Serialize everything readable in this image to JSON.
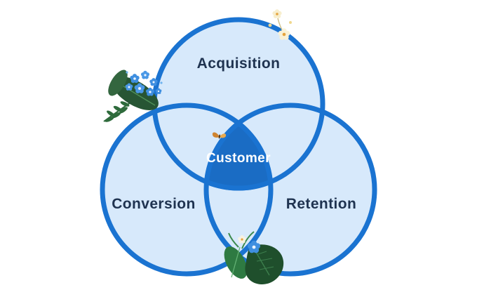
{
  "diagram": {
    "type": "venn-3-circle",
    "circles": [
      {
        "id": "top",
        "label": "Acquisition"
      },
      {
        "id": "left",
        "label": "Conversion"
      },
      {
        "id": "right",
        "label": "Retention"
      }
    ],
    "center_label": "Customer",
    "colors": {
      "circle_fill": "#d7e9fb",
      "circle_stroke": "#1a73d1",
      "center_fill": "#1a6cc4",
      "label_color": "#1f3350",
      "center_label_color": "#ffffff",
      "background": "#ffffff"
    }
  },
  "decorations": [
    {
      "name": "leaves-and-blue-flowers-left"
    },
    {
      "name": "cream-flowers-top-right"
    },
    {
      "name": "butterfly"
    },
    {
      "name": "leaves-and-flowers-bottom"
    }
  ]
}
